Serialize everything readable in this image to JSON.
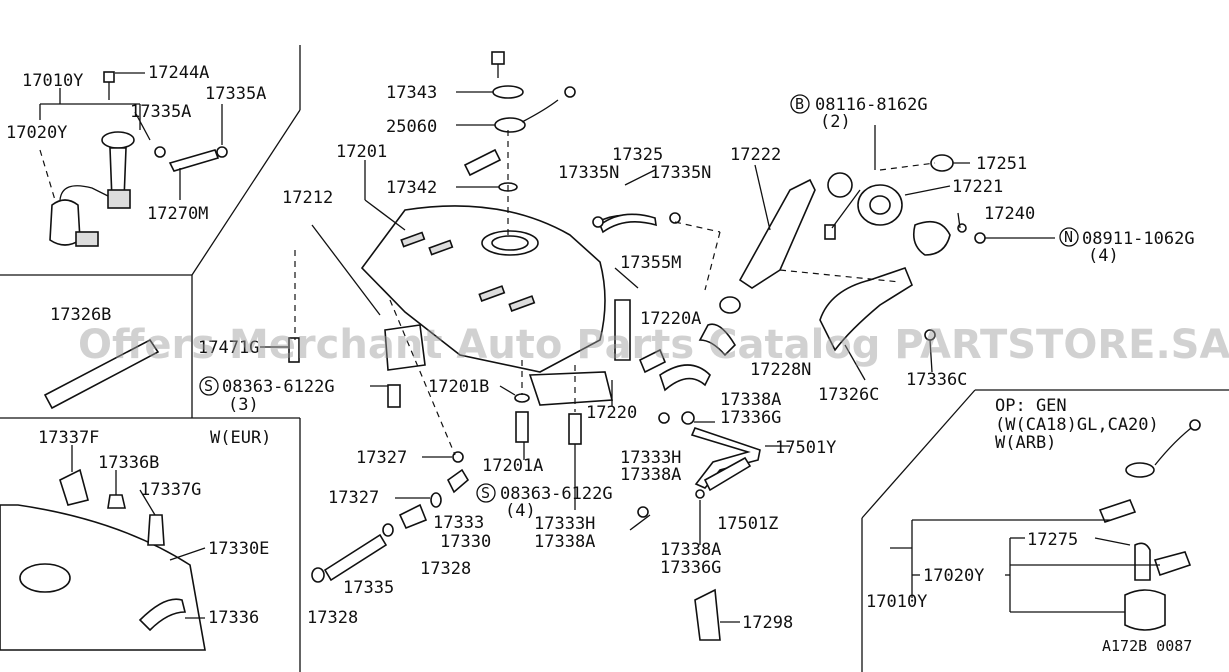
{
  "watermark": "Offers Merchant Auto Parts Catalog PARTSTORE.SA",
  "diagram_code": "A172B 0087",
  "box_right": {
    "line1": "OP: GEN",
    "line2": "(W(CA18)GL,CA20)",
    "line3": "W(ARB)"
  },
  "box_left_title": "W(EUR)",
  "labels": {
    "p17010Y_a": "17010Y",
    "p17244A": "17244A",
    "p17335A_a": "17335A",
    "p17335A_b": "17335A",
    "p17020Y_a": "17020Y",
    "p17270M": "17270M",
    "p17326B": "17326B",
    "p17337F": "17337F",
    "p17336B": "17336B",
    "p17337G": "17337G",
    "p17330E": "17330E",
    "p17336": "17336",
    "p17343": "17343",
    "p25060": "25060",
    "p17201": "17201",
    "p17342": "17342",
    "p17212": "17212",
    "p17471G": "17471G",
    "p08363a": "08363-6122G",
    "p08363a_qty": "(3)",
    "p17201B": "17201B",
    "p17327_a": "17327",
    "p17201A": "17201A",
    "p17327_b": "17327",
    "p17333": "17333",
    "p17330": "17330",
    "p17328_a": "17328",
    "p17335": "17335",
    "p17328_b": "17328",
    "p08363b": "08363-6122G",
    "p08363b_qty": "(4)",
    "p17325": "17325",
    "p17335N_a": "17335N",
    "p17335N_b": "17335N",
    "p17222": "17222",
    "p08116": "08116-8162G",
    "p08116_qty": "(2)",
    "p17251": "17251",
    "p17221": "17221",
    "p17240": "17240",
    "p08911": "08911-1062G",
    "p08911_qty": "(4)",
    "p17355M": "17355M",
    "p17220A": "17220A",
    "p17228N": "17228N",
    "p17326C": "17326C",
    "p17336C": "17336C",
    "p17220": "17220",
    "p17338A_a": "17338A",
    "p17336G_a": "17336G",
    "p17501Y": "17501Y",
    "p17333H_a": "17333H",
    "p17338A_b": "17338A",
    "p17333H_b": "17333H",
    "p17338A_c": "17338A",
    "p17501Z": "17501Z",
    "p17338A_d": "17338A",
    "p17336G_b": "17336G",
    "p17298": "17298",
    "p17275": "17275",
    "p17020Y_b": "17020Y",
    "p17010Y_b": "17010Y"
  },
  "circle_marks": {
    "s1": "S",
    "s2": "S",
    "b1": "B",
    "n1": "N"
  }
}
